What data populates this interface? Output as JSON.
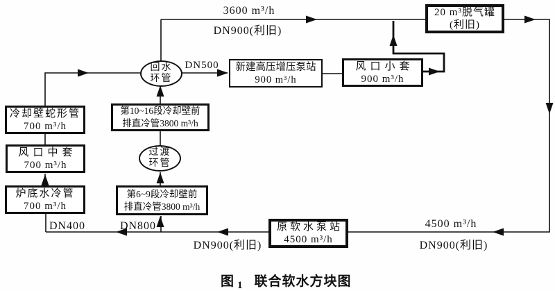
{
  "diagram": {
    "caption": {
      "fig": "图",
      "num": "1",
      "title": "联合软水方块图"
    },
    "nodes": {
      "serpentine": {
        "line1": "冷却壁蛇形管",
        "line2": "700 m³/h"
      },
      "tuyere_mid": {
        "line1": "风口中套",
        "line2": "700 m³/h"
      },
      "hearth_cooling": {
        "line1": "炉底水冷管",
        "line2": "700 m³/h"
      },
      "stave_10_16": {
        "line1": "第10~16段冷却壁前",
        "line2": "排直冷管3800 m³/h"
      },
      "stave_6_9": {
        "line1": "第6~9段冷却壁前",
        "line2": "排直冷管3800 m³/h"
      },
      "booster_station": {
        "line1": "新建高压增压泵站",
        "line2": "900 m³/h"
      },
      "tuyere_small": {
        "line1": "风口小套",
        "line2": "900 m³/h"
      },
      "degasser_tank": {
        "line1": "20 m³脱气罐",
        "line2": "(利旧)"
      },
      "raw_pump_station": {
        "line1": "原软水泵站",
        "line2": "4500 m³/h"
      },
      "return_ring": {
        "line1": "回水",
        "line2": "环管"
      },
      "transition_ring": {
        "line1": "过渡",
        "line2": "环管"
      }
    },
    "labels": {
      "top_flow": "3600 m³/h",
      "top_pipe": "DN900(利旧)",
      "dn500": "DN500",
      "right_flow": "4500 m³/h",
      "right_pipe": "DN900(利旧)",
      "bottom_pipe": "DN900(利旧)",
      "dn800": "DN800",
      "dn400": "DN400"
    },
    "colors": {
      "line": "#101010",
      "background": "#fefefe"
    }
  }
}
